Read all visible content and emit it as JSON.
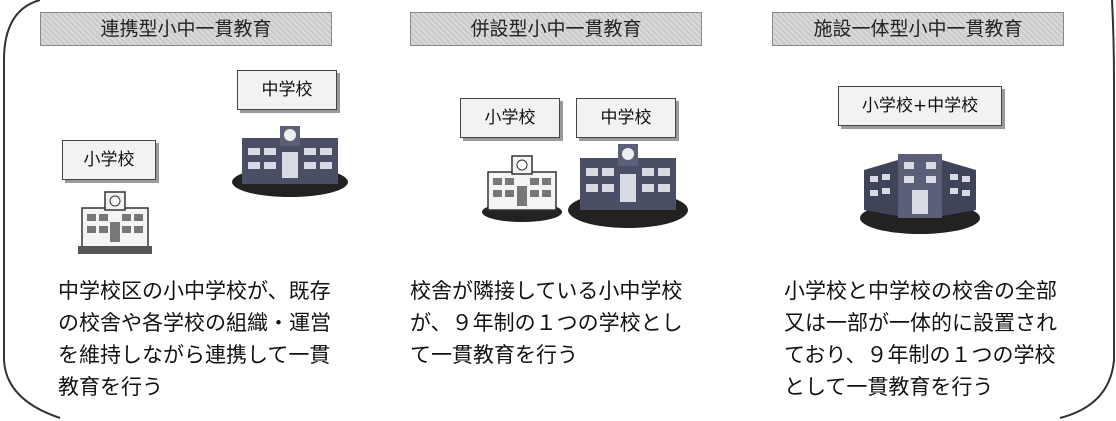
{
  "columns": [
    {
      "title": "連携型小中一貫教育",
      "labels": [
        "中学校",
        "小学校"
      ],
      "description_lines": [
        "中学校区の小中学校が、既存",
        "の校舎や各学校の組織・運営",
        "を維持しながら連携して一貫",
        "教育を行う"
      ]
    },
    {
      "title": "併設型小中一貫教育",
      "labels": [
        "小学校",
        "中学校"
      ],
      "description_lines": [
        "校舎が隣接している小中学校",
        "が、９年制の１つの学校とし",
        "て一貫教育を行う"
      ]
    },
    {
      "title": "施設一体型小中一貫教育",
      "labels": [
        "小学校+中学校"
      ],
      "description_lines": [
        "小学校と中学校の校舎の全部",
        "又は一部が一体的に設置され",
        "ており、９年制の１つの学校",
        "として一貫教育を行う"
      ]
    }
  ],
  "colors": {
    "title_band": "#d0d0d0",
    "building_base": "#222222",
    "building_face": "#4a4f66"
  },
  "icons": [
    "middle-school-building-icon",
    "elementary-school-building-icon",
    "integrated-school-building-icon"
  ]
}
